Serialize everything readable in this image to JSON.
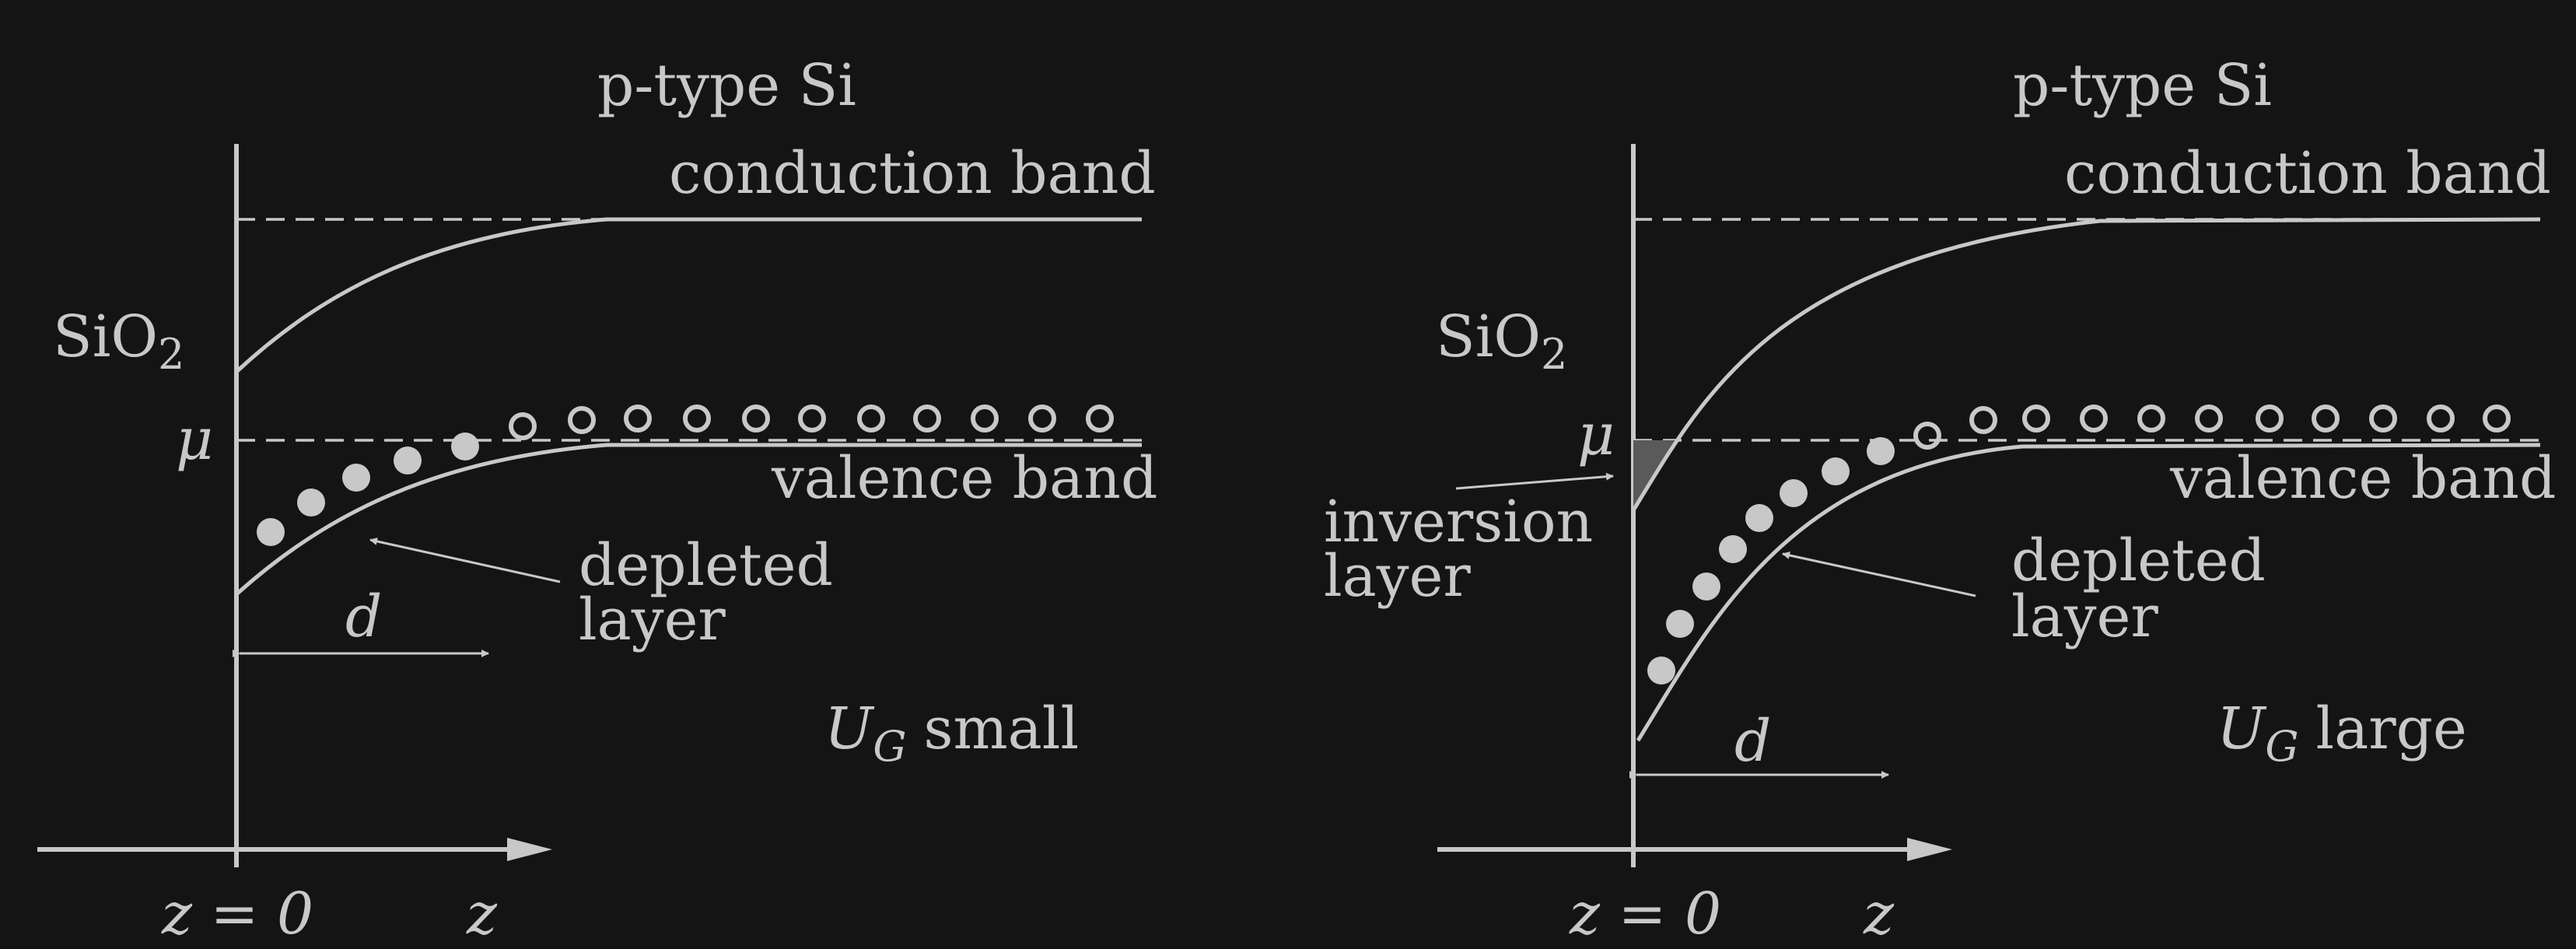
{
  "panels": [
    {
      "title": "p-type Si",
      "conduction_label": "conduction band",
      "valence_label": "valence band",
      "oxide_label": "SiO",
      "oxide_sub": "2",
      "mu_label": "μ",
      "depleted_line1": "depleted",
      "depleted_line2": "layer",
      "d_label": "d",
      "ug_main": "U",
      "ug_sub": "G",
      "ug_text": "small",
      "z0_label": "z = 0",
      "z_label": "z"
    },
    {
      "title": "p-type Si",
      "conduction_label": "conduction band",
      "valence_label": "valence band",
      "oxide_label": "SiO",
      "oxide_sub": "2",
      "mu_label": "μ",
      "depleted_line1": "depleted",
      "depleted_line2": "layer",
      "inversion_line1": "inversion",
      "inversion_line2": "layer",
      "d_label": "d",
      "ug_main": "U",
      "ug_sub": "G",
      "ug_text": "large",
      "z0_label": "z = 0",
      "z_label": "z"
    }
  ],
  "colors": {
    "background": "#141414",
    "foreground": "#c8c8c8"
  }
}
